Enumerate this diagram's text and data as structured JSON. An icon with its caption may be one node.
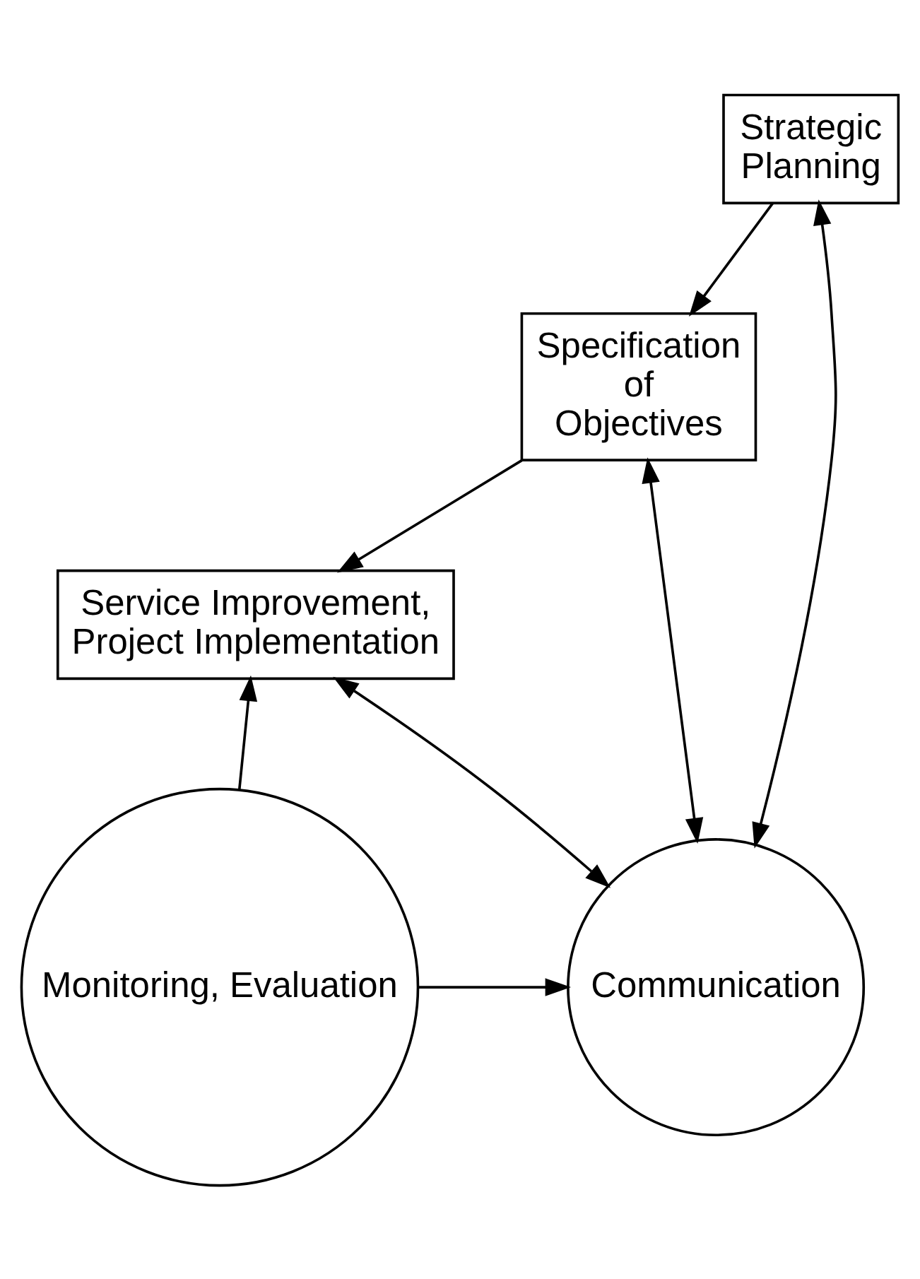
{
  "diagram": {
    "nodes": [
      {
        "text": [
          "Strategic Planning"
        ]
      },
      {
        "text": [
          "Specification of Objectives"
        ]
      },
      {
        "text": [
          "Service Improvement, Project Implementation"
        ]
      },
      {
        "text": [
          "Monitoring, Evaluation"
        ]
      },
      {
        "text": [
          "Communication"
        ]
      }
    ],
    "edges": [
      {
        "from": 0,
        "to": 1,
        "arrow": "to"
      },
      {
        "from": 1,
        "to": 2,
        "arrow": "to"
      },
      {
        "from": 3,
        "to": 2,
        "arrow": "to"
      },
      {
        "from": 3,
        "to": 4,
        "arrow": "to"
      },
      {
        "from": 2,
        "to": 4,
        "arrow": "both"
      },
      {
        "from": 1,
        "to": 4,
        "arrow": "both"
      },
      {
        "from": 0,
        "to": 4,
        "arrow": "both"
      }
    ]
  }
}
